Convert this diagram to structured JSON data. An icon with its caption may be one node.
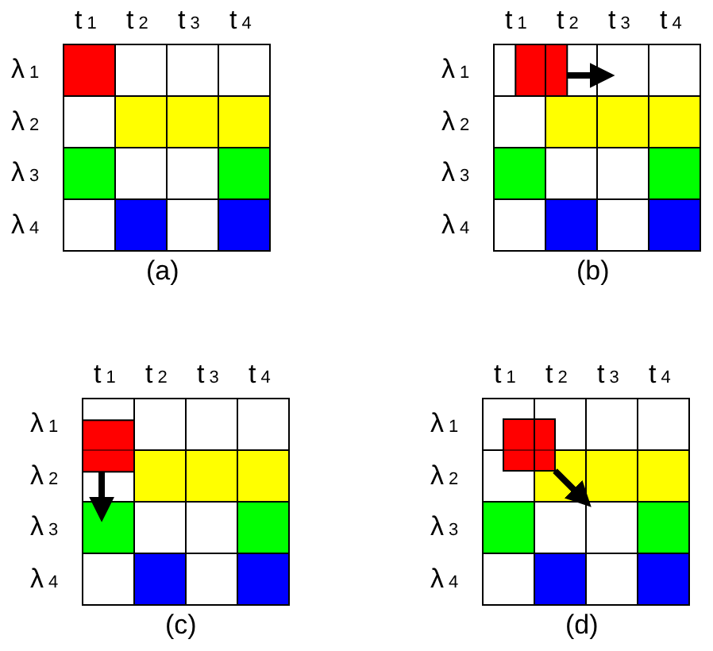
{
  "diagram": {
    "labels": [
      "t$_{1}$",
      "t$_{2}$",
      "t$_{3}$",
      "t$_{4}$",
      "λ$_{1}$",
      "λ$_{2}$",
      "λ$_{3}$",
      "λ$_{4}$",
      "(a)",
      "t$_{1}$",
      "t$_{2}$",
      "t$_{3}$",
      "t$_{4}$",
      "λ$_{1}$",
      "λ$_{2}$",
      "λ$_{3}$",
      "λ$_{4}$",
      "(b)",
      "t$_{1}$",
      "t$_{2}$",
      "t$_{3}$",
      "t$_{4}$",
      "λ$_{1}$",
      "λ$_{2}$",
      "λ$_{3}$",
      "λ$_{4}$",
      "(c)",
      "t$_{1}$",
      "t$_{2}$",
      "t$_{3}$",
      "t$_{4}$",
      "λ$_{1}$",
      "λ$_{2}$",
      "λ$_{3}$",
      "λ$_{4}$",
      "(d)"
    ]
  }
}
